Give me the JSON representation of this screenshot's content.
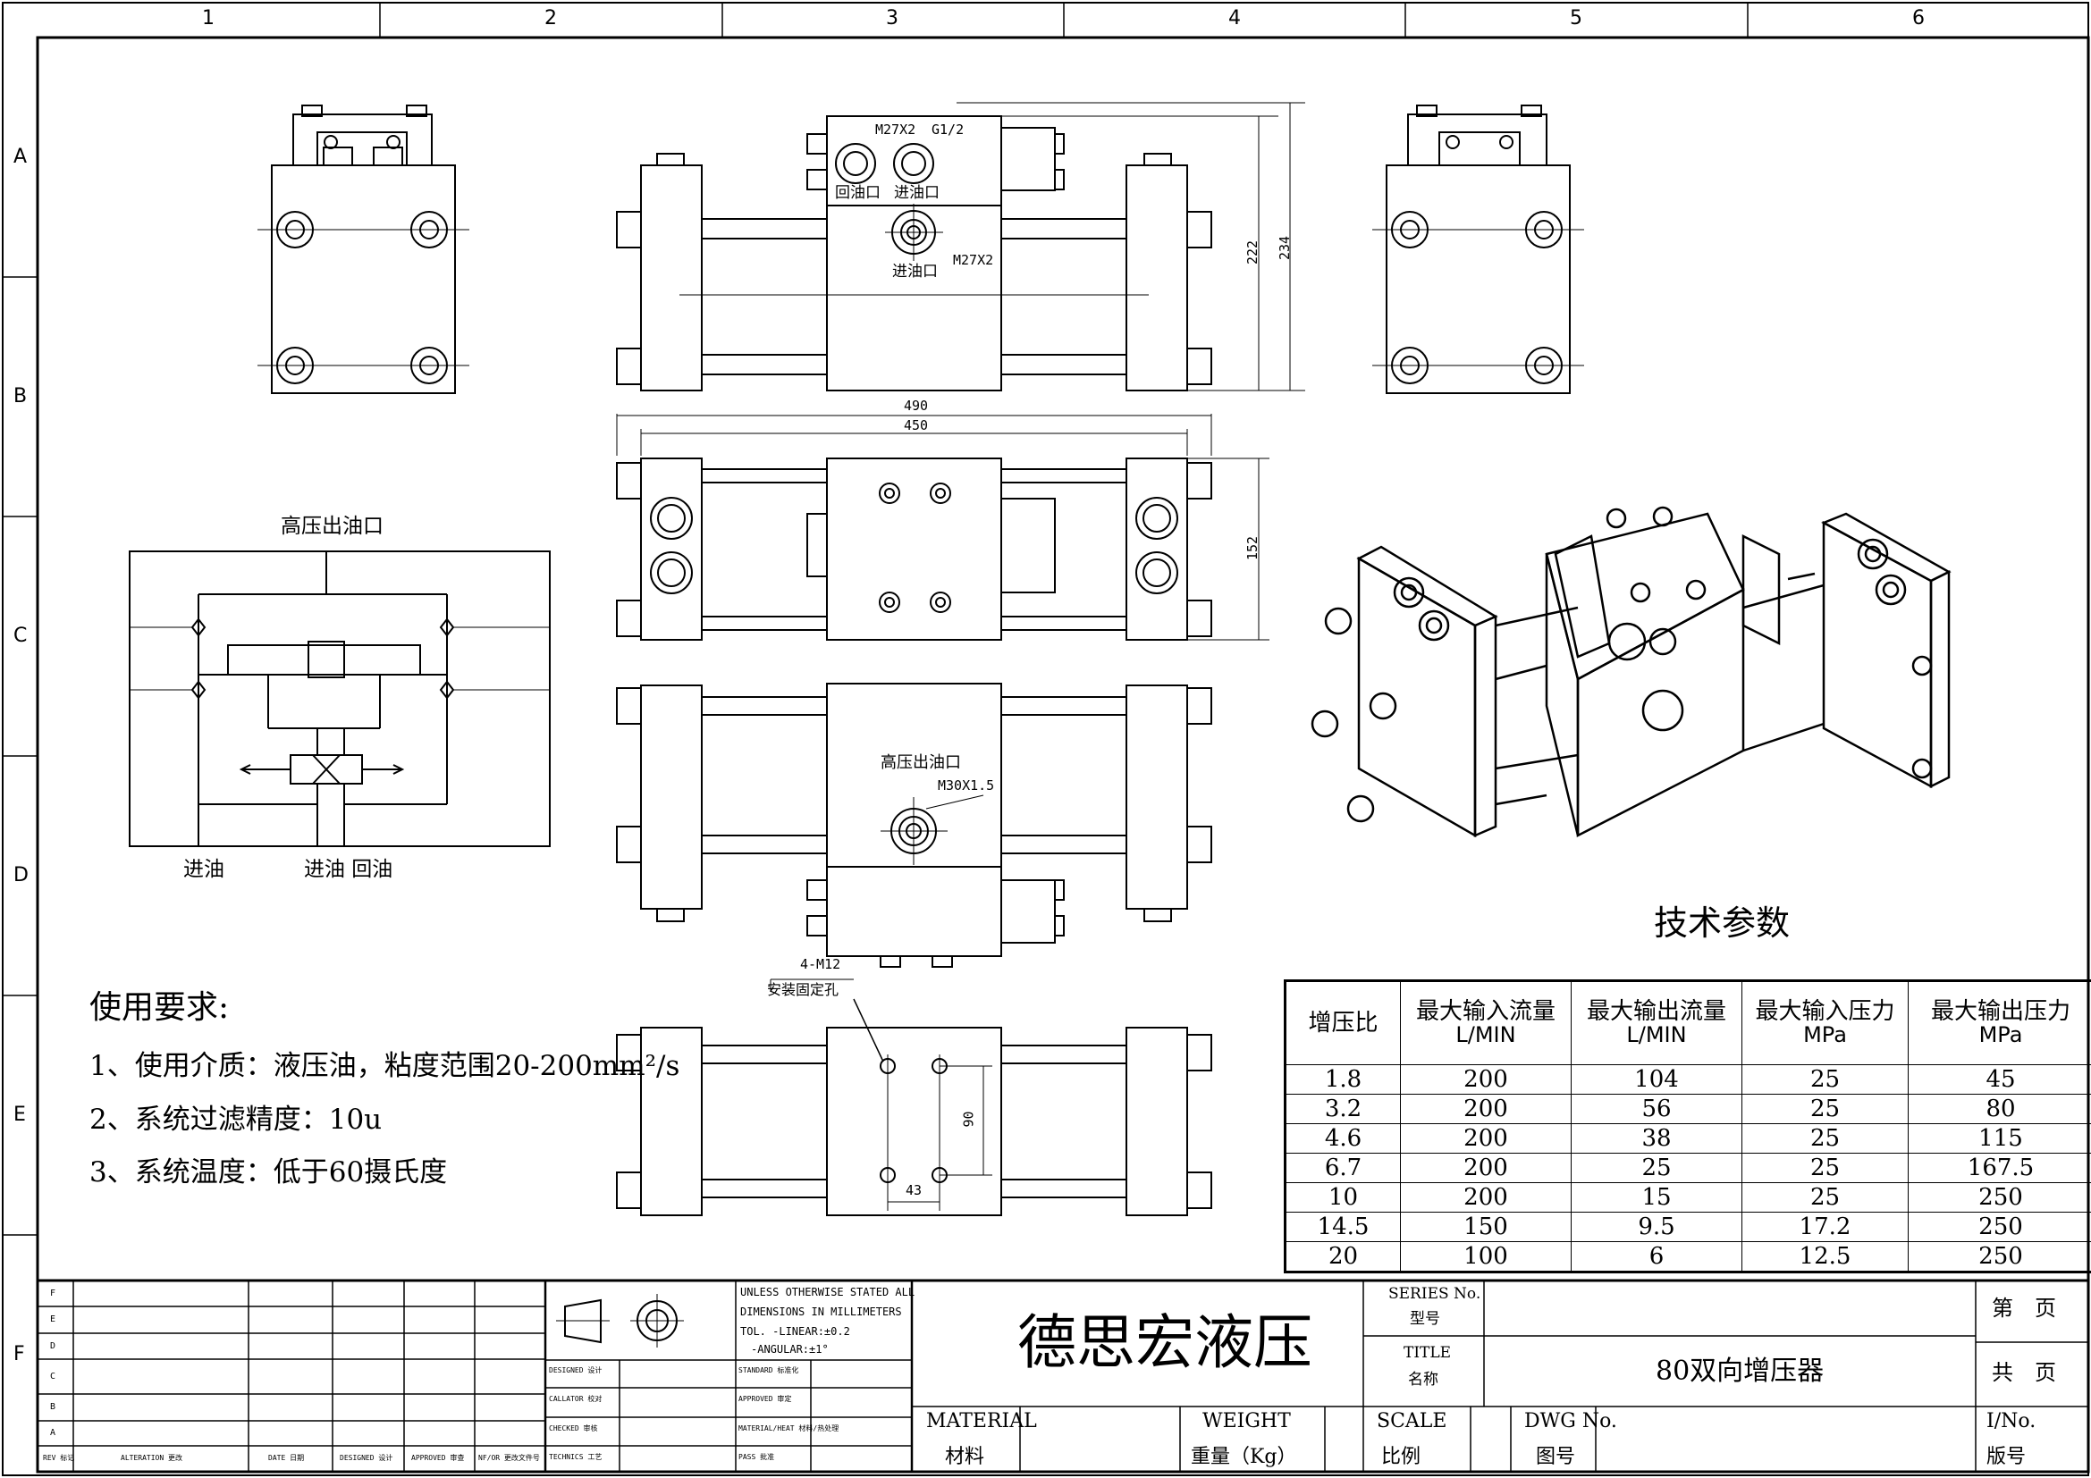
{
  "frame": {
    "columns": [
      "1",
      "2",
      "3",
      "4",
      "5",
      "6"
    ],
    "rows": [
      "A",
      "B",
      "C",
      "D",
      "E",
      "F"
    ]
  },
  "views": {
    "top": {
      "port1_thread": "M27X2",
      "port2_thread": "G1/2",
      "port1_label": "回油口",
      "port2_label": "进油口",
      "port3_label": "进油口",
      "port3_thread": "M27X2",
      "dim_222": "222",
      "dim_234": "234"
    },
    "middle": {
      "dim_490": "490",
      "dim_450": "450",
      "dim_152": "152"
    },
    "front": {
      "outlet_label": "高压出油口",
      "outlet_thread": "M30X1.5"
    },
    "bottom": {
      "mount_spec": "4-M12",
      "mount_label": "安装固定孔",
      "dim_90": "90",
      "dim_43": "43"
    }
  },
  "schematic": {
    "title": "高压出油口",
    "label_in1": "进油",
    "label_in2": "进油 回油"
  },
  "requirements": {
    "title": "使用要求:",
    "items": [
      "1、使用介质：液压油，粘度范围20-200mm²/s",
      "2、系统过滤精度：10u",
      "3、系统温度：低于60摄氏度"
    ]
  },
  "tech_params": {
    "title": "技术参数",
    "headers": [
      {
        "main": "增压比",
        "sub": ""
      },
      {
        "main": "最大输入流量",
        "sub": "L/MIN"
      },
      {
        "main": "最大输出流量",
        "sub": "L/MIN"
      },
      {
        "main": "最大输入压力",
        "sub": "MPa"
      },
      {
        "main": "最大输出压力",
        "sub": "MPa"
      }
    ],
    "rows": [
      [
        "1.8",
        "200",
        "104",
        "25",
        "45"
      ],
      [
        "3.2",
        "200",
        "56",
        "25",
        "80"
      ],
      [
        "4.6",
        "200",
        "38",
        "25",
        "115"
      ],
      [
        "6.7",
        "200",
        "25",
        "25",
        "167.5"
      ],
      [
        "10",
        "200",
        "15",
        "25",
        "250"
      ],
      [
        "14.5",
        "150",
        "9.5",
        "17.2",
        "250"
      ],
      [
        "20",
        "100",
        "6",
        "12.5",
        "250"
      ]
    ]
  },
  "title_block": {
    "company": "德思宏液压",
    "series_en": "SERIES No.",
    "series_cn": "型号",
    "title_en": "TITLE",
    "title_cn": "名称",
    "product_name": "80双向增压器",
    "page_label": "第　页",
    "total_label": "共　页",
    "material_en": "MATERIAL",
    "material_cn": "材料",
    "weight_en": "WEIGHT",
    "weight_cn": "重量（Kg）",
    "scale_en": "SCALE",
    "scale_cn": "比例",
    "dwg_en": "DWG No.",
    "dwg_cn": "图号",
    "ino_en": "I/No.",
    "ino_cn": "版号",
    "tol_lines": [
      "UNLESS OTHERWISE STATED ALL",
      "DIMENSIONS IN MILLIMETERS",
      "TOL. -LINEAR:±0.2",
      "-ANGULAR:±1°"
    ],
    "rev_letters": [
      "F",
      "E",
      "D",
      "C",
      "B",
      "A"
    ],
    "rev_headers": [
      "REV 标记",
      "ALTERATION 更改",
      "DATE 日期",
      "DESIGNED 设计",
      "APPROVED 审查",
      "NF/OR 更改文件号"
    ],
    "sign_left": [
      "DESIGNED 设计",
      "CALLATOR 校对",
      "CHECKED 审核",
      "TECHNICS 工艺"
    ],
    "sign_right": [
      "STANDARD 标准化",
      "APPROVED 审定",
      "MATERIAL/HEAT 材料/热处理",
      "PASS 批准"
    ]
  }
}
